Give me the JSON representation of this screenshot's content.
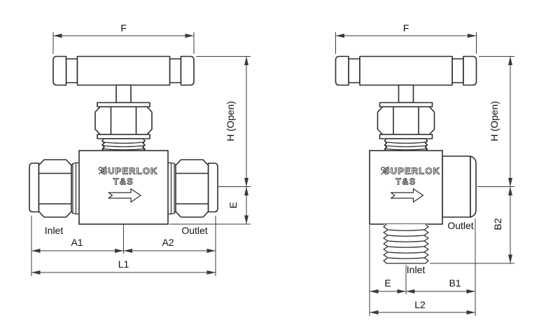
{
  "drawing": {
    "type": "valve technical drawing, two orthographic views",
    "background": "#ffffff",
    "colors": {
      "object_line": "#2e2e2e",
      "dimension_line": "#3a3a3a",
      "label_text": "#111111"
    },
    "brand": {
      "name": "SUPERLOK",
      "model": "T&S"
    },
    "straight_view": {
      "ports": {
        "inlet": "Inlet",
        "outlet": "Outlet"
      },
      "dims": {
        "handle_width": "F",
        "height_open": "H (Open)",
        "center_to_base": "E",
        "inlet_to_center": "A1",
        "center_to_outlet": "A2",
        "overall_length": "L1"
      }
    },
    "angle_view": {
      "ports": {
        "inlet": "Inlet",
        "outlet": "Outlet"
      },
      "dims": {
        "handle_width": "F",
        "height_open": "H (Open)",
        "center_to_base": "B2",
        "face_to_center": "E",
        "center_to_end": "B1",
        "overall_length": "L2"
      }
    }
  }
}
